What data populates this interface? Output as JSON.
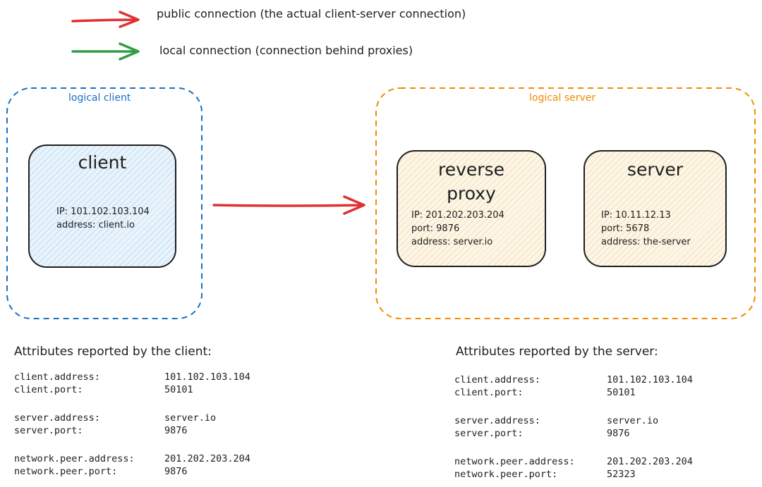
{
  "legend": {
    "public": {
      "label": "public connection (the actual client-server connection)",
      "color": "#e03131"
    },
    "local": {
      "label": "local connection (connection behind proxies)",
      "color": "#2f9e44"
    }
  },
  "groups": {
    "client": {
      "label": "logical client",
      "color": "#1971c2"
    },
    "server": {
      "label": "logical server",
      "color": "#f08c00"
    }
  },
  "nodes": {
    "client": {
      "title": "client",
      "lines": [
        "IP: 101.102.103.104",
        "address: client.io"
      ]
    },
    "proxy": {
      "title_line1": "reverse",
      "title_line2": "proxy",
      "lines": [
        "IP: 201.202.203.204",
        "port: 9876",
        "address: server.io"
      ]
    },
    "server": {
      "title": "server",
      "lines": [
        "IP: 10.11.12.13",
        "port: 5678",
        "address: the-server"
      ]
    }
  },
  "client_attributes": {
    "title": "Attributes reported by the client:",
    "rows": [
      {
        "key": "client.address:",
        "value": "101.102.103.104"
      },
      {
        "key": "client.port:",
        "value": "50101"
      },
      {
        "key": "server.address:",
        "value": "server.io"
      },
      {
        "key": "server.port:",
        "value": "9876"
      },
      {
        "key": "network.peer.address:",
        "value": "201.202.203.204"
      },
      {
        "key": "network.peer.port:",
        "value": "9876"
      }
    ]
  },
  "server_attributes": {
    "title": "Attributes reported by the server:",
    "rows": [
      {
        "key": "client.address:",
        "value": "101.102.103.104"
      },
      {
        "key": "client.port:",
        "value": "50101"
      },
      {
        "key": "server.address:",
        "value": "server.io"
      },
      {
        "key": "server.port:",
        "value": "9876"
      },
      {
        "key": "network.peer.address:",
        "value": "201.202.203.204"
      },
      {
        "key": "network.peer.port:",
        "value": "52323"
      }
    ]
  }
}
